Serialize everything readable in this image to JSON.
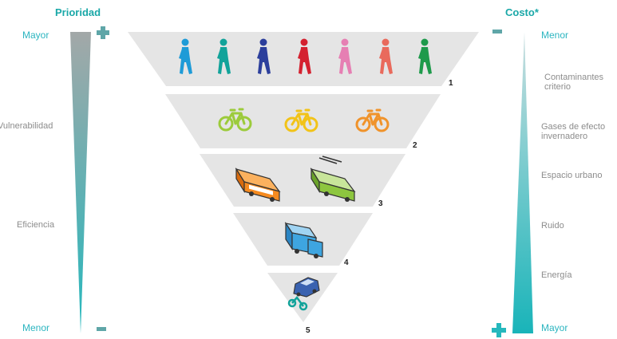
{
  "left": {
    "heading": "Prioridad",
    "top_label": "Mayor",
    "bottom_label": "Menor",
    "criteria": [
      "Vulnerabilidad",
      "Eficiencia"
    ]
  },
  "right": {
    "heading": "Costo*",
    "top_label": "Menor",
    "bottom_label": "Mayor",
    "criteria": [
      "Contaminantes criterio",
      "Gases de efecto invernadero",
      "Espacio urbano",
      "Ruido",
      "Energía"
    ]
  },
  "pyramid": {
    "levels": [
      {
        "number": "1",
        "group": "pedestrians",
        "icons": [
          "pedestrian-icon",
          "pedestrian-icon",
          "pedestrian-icon",
          "pedestrian-icon",
          "pedestrian-icon",
          "pedestrian-icon",
          "pedestrian-icon"
        ],
        "colors": [
          "#1e9bd7",
          "#12a39a",
          "#2c3f9c",
          "#d4212f",
          "#e67fb3",
          "#e96a5c",
          "#1e9a4b"
        ]
      },
      {
        "number": "2",
        "group": "bicycles",
        "icons": [
          "bicycle-icon",
          "bicycle-icon",
          "bicycle-icon"
        ],
        "colors": [
          "#9ccb3b",
          "#f2c318",
          "#f0932b"
        ]
      },
      {
        "number": "3",
        "group": "public transport",
        "icons": [
          "bus-icon",
          "trolleybus-icon"
        ],
        "colors": [
          "#f58a1f",
          "#8dc63f"
        ]
      },
      {
        "number": "4",
        "group": "freight",
        "icons": [
          "truck-icon"
        ],
        "colors": [
          "#3ea5e0"
        ]
      },
      {
        "number": "5",
        "group": "private vehicles",
        "icons": [
          "car-icon",
          "motorcycle-icon"
        ],
        "colors": [
          "#3a62b0",
          "#12a39a"
        ]
      }
    ]
  },
  "colors": {
    "accent": "#1aa8a8",
    "bar": "#25b8bd",
    "band": "#e5e5e5",
    "grey_text": "#8c8c8c"
  },
  "symbols": {
    "plus": "+",
    "minus": "−"
  }
}
